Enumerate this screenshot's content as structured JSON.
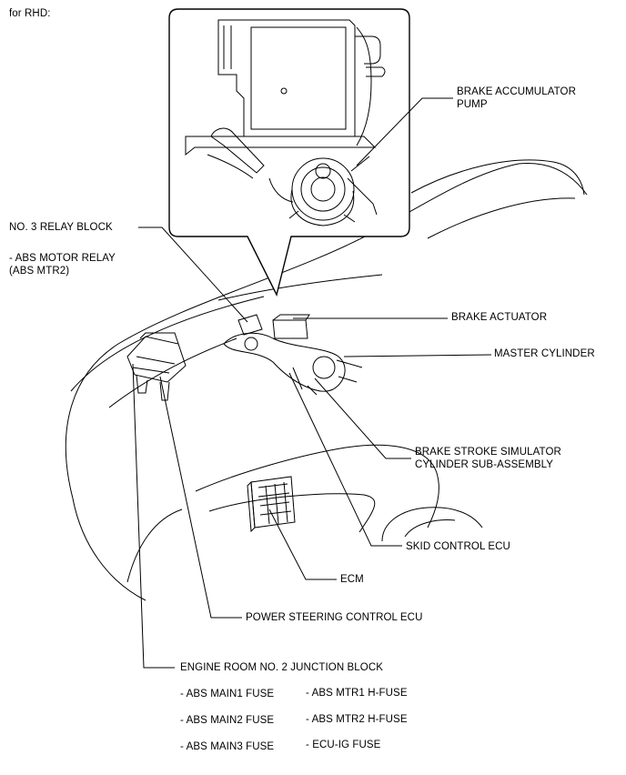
{
  "header": {
    "variant": "for RHD:"
  },
  "labels": {
    "brake_accumulator_pump": "BRAKE ACCUMULATOR\nPUMP",
    "no3_relay_block": "NO. 3 RELAY BLOCK",
    "abs_motor_relay": "- ABS MOTOR RELAY\n(ABS MTR2)",
    "brake_actuator": "BRAKE ACTUATOR",
    "master_cylinder": "MASTER CYLINDER",
    "brake_stroke_simulator": "BRAKE STROKE SIMULATOR\nCYLINDER SUB-ASSEMBLY",
    "skid_control_ecu": "SKID CONTROL ECU",
    "ecm": "ECM",
    "power_steering_control_ecu": "POWER STEERING CONTROL ECU",
    "engine_room_junction_block": "ENGINE ROOM NO. 2 JUNCTION BLOCK"
  },
  "fuses": {
    "left": [
      "- ABS MAIN1 FUSE",
      "- ABS MAIN2 FUSE",
      "- ABS MAIN3 FUSE"
    ],
    "right": [
      "- ABS MTR1 H-FUSE",
      "- ABS MTR2 H-FUSE",
      "- ECU-IG FUSE"
    ]
  }
}
